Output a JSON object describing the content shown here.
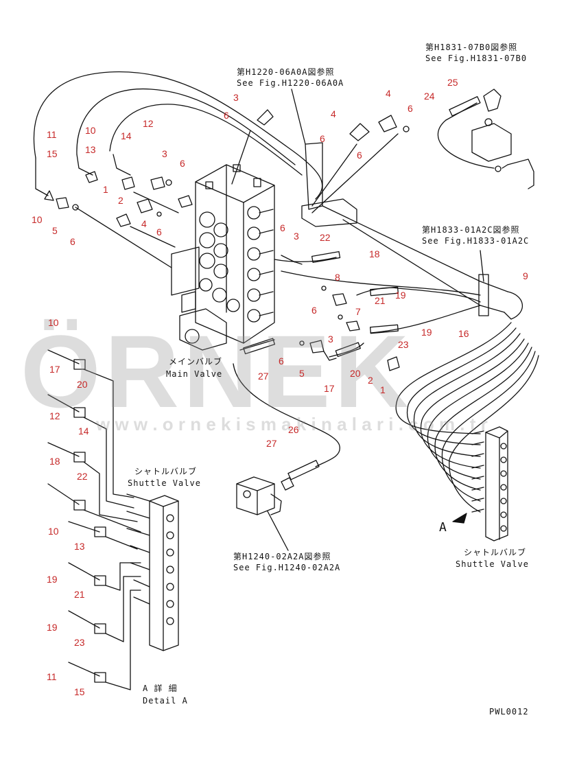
{
  "watermark": {
    "brand": "ÖRNEK",
    "url": "w w w . o r n e k i s m a k i n a l a r i . c o m . t r"
  },
  "references": [
    {
      "jp": "第H1831-07B0図参照",
      "en": "See Fig.H1831-07B0"
    },
    {
      "jp": "第H1220-06A0A図参照",
      "en": "See Fig.H1220-06A0A"
    },
    {
      "jp": "第H1833-01A2C図参照",
      "en": "See Fig.H1833-01A2C"
    },
    {
      "jp": "第H1240-02A2A図参照",
      "en": "See Fig.H1240-02A2A"
    }
  ],
  "main_valve": {
    "jp": "メインバルブ",
    "en": "Main Valve"
  },
  "shuttle_left": {
    "jp": "シャトルバルブ",
    "en": "Shuttle Valve"
  },
  "shuttle_right": {
    "jp": "シャトルバルブ",
    "en": "Shuttle Valve"
  },
  "detail": {
    "jp": "A 詳 細",
    "en": "Detail A"
  },
  "view_letter": "A",
  "drawing_code": "PWL0012",
  "part_numbers": [
    "3",
    "4",
    "4",
    "25",
    "24",
    "6",
    "6",
    "6",
    "6",
    "11",
    "15",
    "10",
    "13",
    "14",
    "12",
    "3",
    "6",
    "10",
    "5",
    "6",
    "1",
    "2",
    "4",
    "6",
    "6",
    "3",
    "22",
    "18",
    "8",
    "21",
    "19",
    "9",
    "7",
    "16",
    "23",
    "19",
    "6",
    "3",
    "6",
    "5",
    "2",
    "1",
    "17",
    "20",
    "27",
    "10",
    "17",
    "20",
    "12",
    "14",
    "18",
    "22",
    "10",
    "13",
    "19",
    "21",
    "19",
    "23",
    "11",
    "15",
    "26",
    "27"
  ]
}
